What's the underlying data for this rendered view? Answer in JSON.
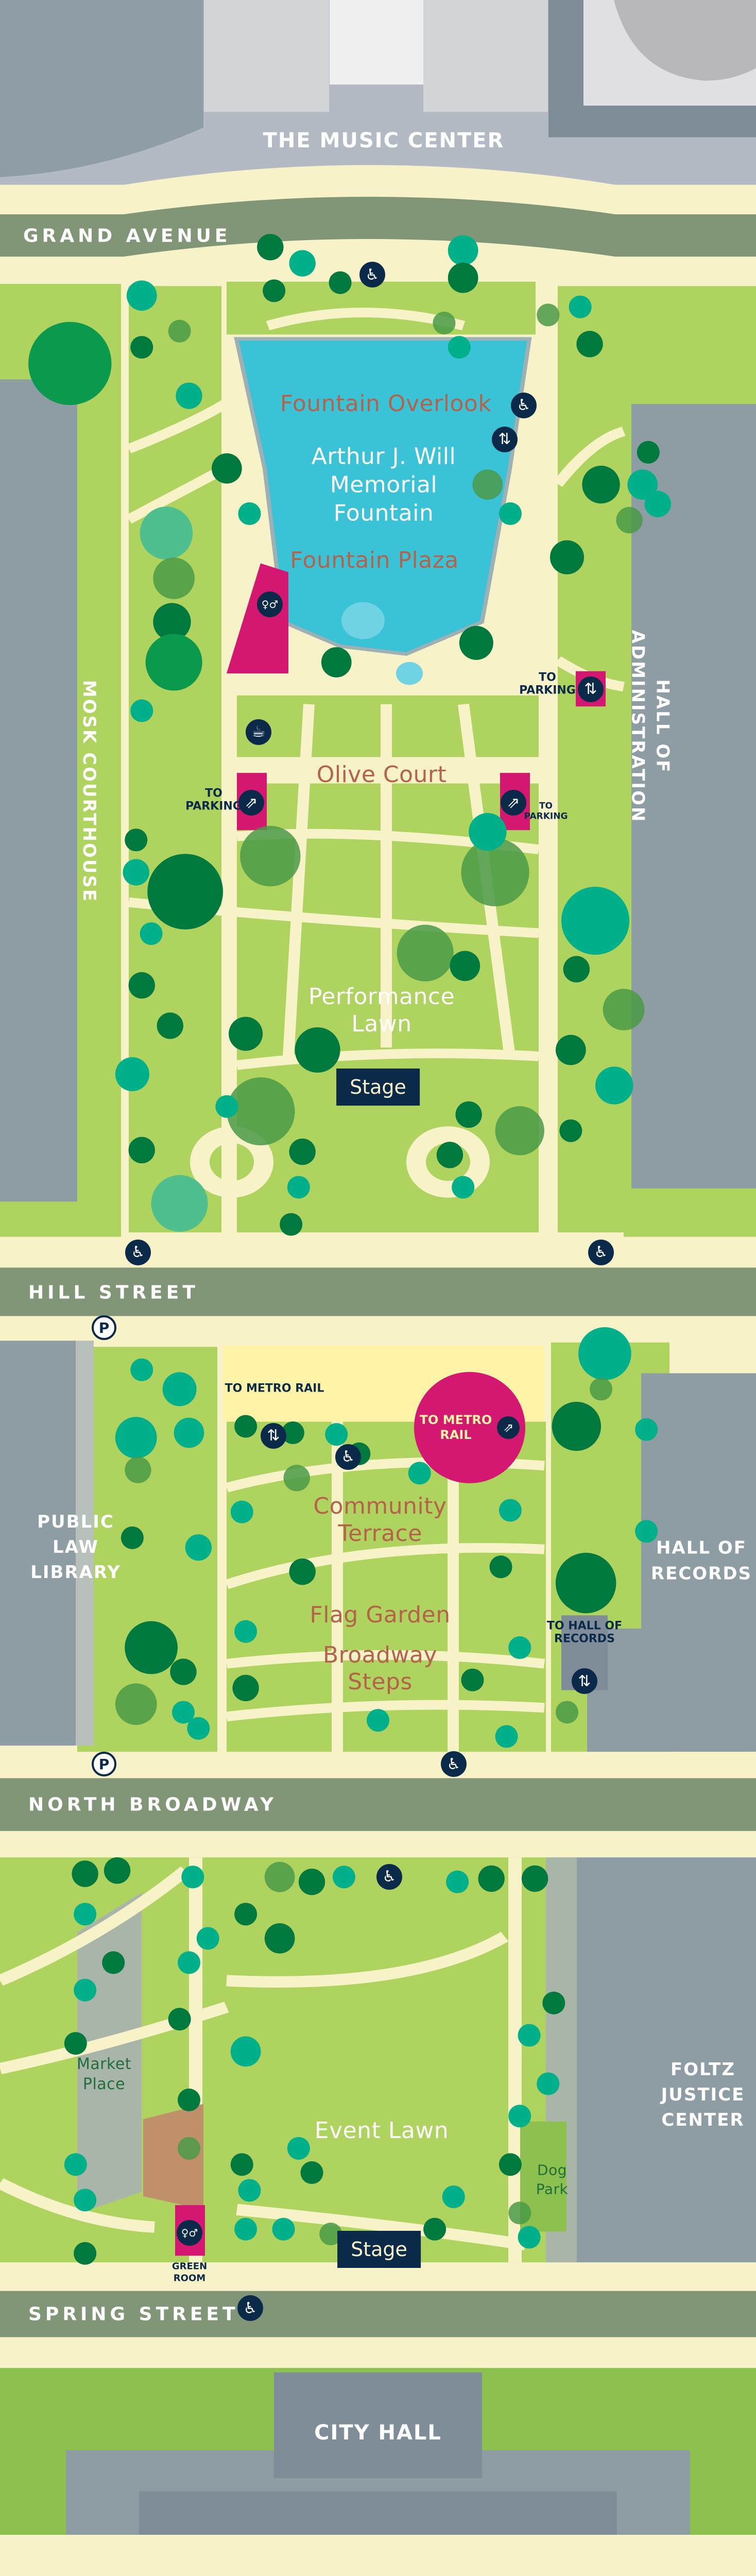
{
  "colors": {
    "path": "#f7f2c8",
    "lawn": "#aed35e",
    "road": "#819677",
    "building": "#8e9ca4",
    "fountain": "#3ac2d6",
    "accent": "#d41872",
    "navy": "#0b2a4a",
    "area_label": "#b5624a"
  },
  "top": {
    "venue": "THE MUSIC CENTER"
  },
  "streets": {
    "grand": "GRAND AVENUE",
    "hill": "HILL STREET",
    "broadway": "NORTH BROADWAY",
    "spring": "SPRING STREET"
  },
  "buildings": {
    "mosk": "MOSK COURTHOUSE",
    "admin": [
      "HALL OF",
      "ADMINISTRATION"
    ],
    "library": [
      "PUBLIC",
      "LAW",
      "LIBRARY"
    ],
    "records": [
      "HALL OF",
      "RECORDS"
    ],
    "foltz": [
      "FOLTZ",
      "JUSTICE",
      "CENTER"
    ],
    "city_hall": "CITY HALL"
  },
  "areas": {
    "overlook": "Fountain Overlook",
    "fountain": [
      "Arthur J. Will",
      "Memorial",
      "Fountain"
    ],
    "plaza": "Fountain Plaza",
    "olive": "Olive Court",
    "performance": [
      "Performance",
      "Lawn"
    ],
    "stage1": "Stage",
    "community": [
      "Community",
      "Terrace"
    ],
    "flag": "Flag Garden",
    "steps": [
      "Broadway",
      "Steps"
    ],
    "market": [
      "Market",
      "Place"
    ],
    "event": "Event Lawn",
    "dog": [
      "Dog",
      "Park"
    ],
    "stage2": "Stage"
  },
  "signs": {
    "parking_left": [
      "TO",
      "PARKING"
    ],
    "parking_right_upper": [
      "TO",
      "PARKING"
    ],
    "parking_right_lower": [
      "TO",
      "PARKING"
    ],
    "metro_left": "TO METRO RAIL",
    "metro_circle": [
      "TO METRO",
      "RAIL"
    ],
    "records": [
      "TO HALL OF",
      "RECORDS"
    ],
    "green_room": [
      "GREEN",
      "ROOM"
    ]
  },
  "icons": {
    "accessible": "♿",
    "restroom": "♀♂",
    "cafe": "☕",
    "escalator": "⇗",
    "elevator": "⇅",
    "parking": "P"
  }
}
